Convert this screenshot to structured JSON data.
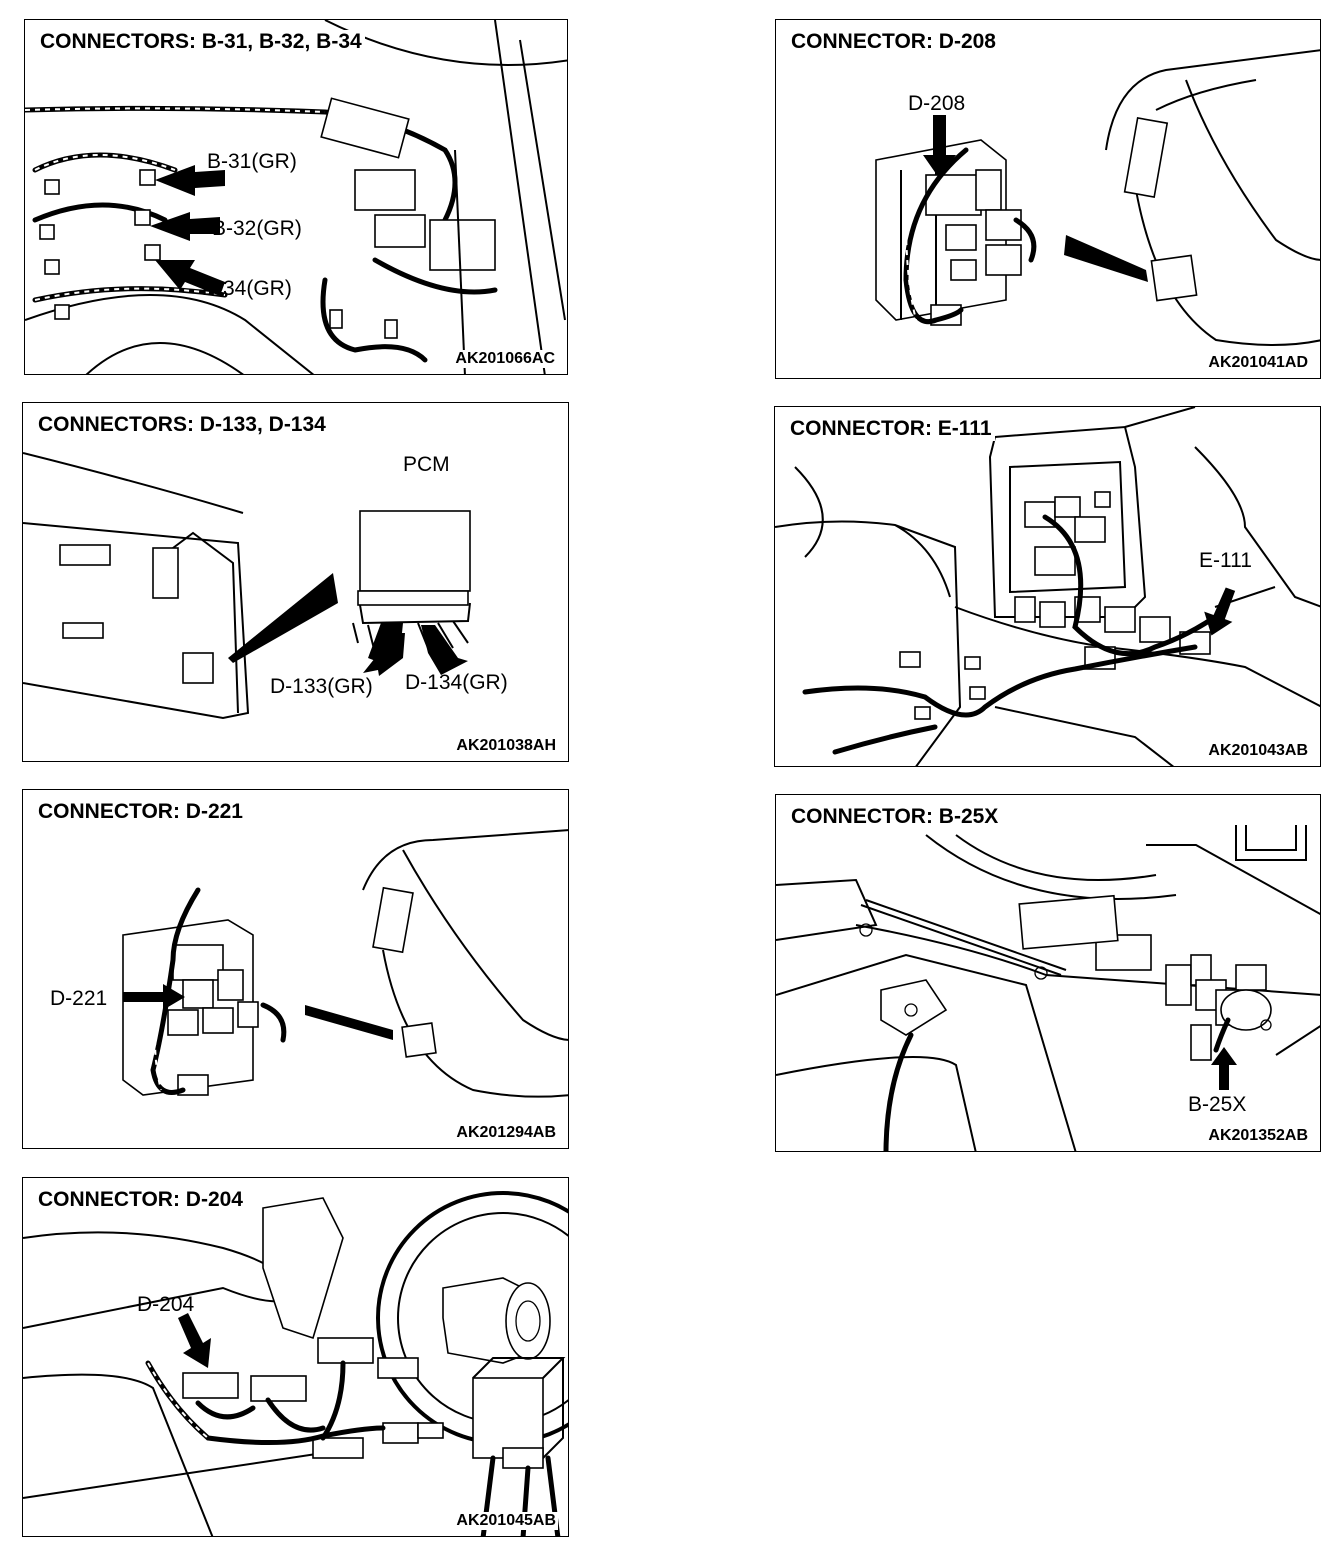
{
  "panels": {
    "b31": {
      "title": "CONNECTORS: B-31, B-32, B-34",
      "code": "AK201066AC",
      "labels": [
        "B-31(GR)",
        "B-32(GR)",
        "B-34(GR)"
      ]
    },
    "d208": {
      "title": "CONNECTOR: D-208",
      "code": "AK201041AD",
      "labels": [
        "D-208"
      ]
    },
    "d133": {
      "title": "CONNECTORS: D-133, D-134",
      "code": "AK201038AH",
      "labels": [
        "PCM",
        "D-133(GR)",
        "D-134(GR)"
      ]
    },
    "e111": {
      "title": "CONNECTOR: E-111",
      "code": "AK201043AB",
      "labels": [
        "E-111"
      ]
    },
    "d221": {
      "title": "CONNECTOR: D-221",
      "code": "AK201294AB",
      "labels": [
        "D-221"
      ]
    },
    "b25x": {
      "title": "CONNECTOR: B-25X",
      "code": "AK201352AB",
      "labels": [
        "B-25X"
      ]
    },
    "d204": {
      "title": "CONNECTOR: D-204",
      "code": "AK201045AB",
      "labels": [
        "D-204"
      ]
    }
  }
}
